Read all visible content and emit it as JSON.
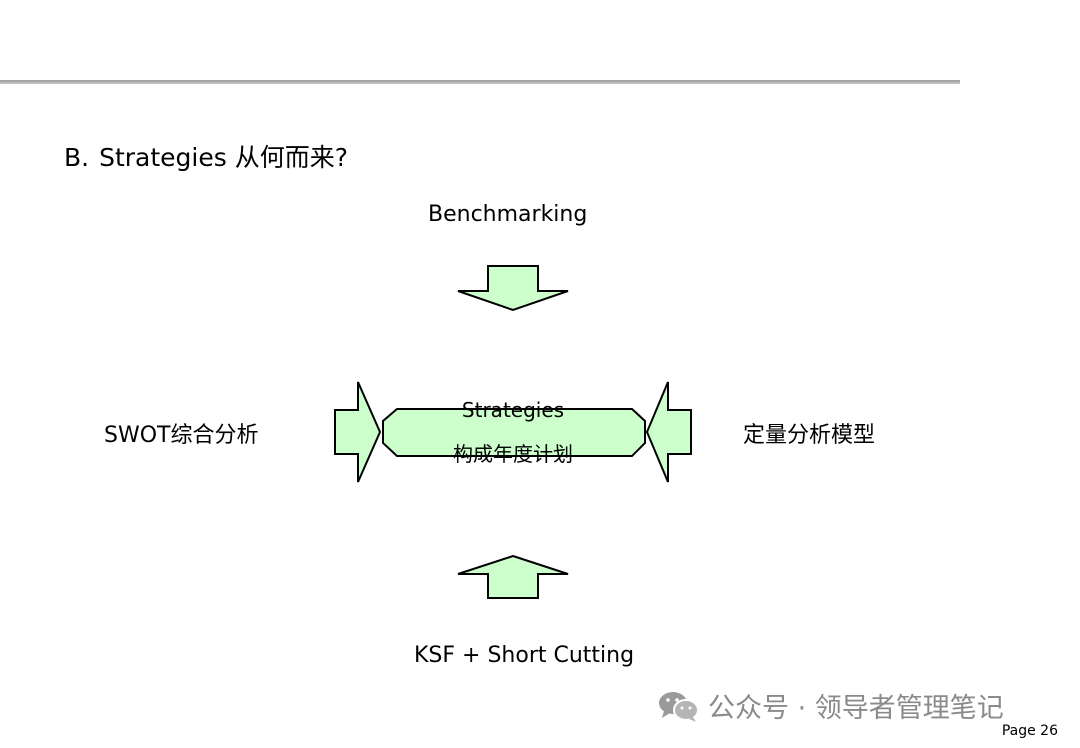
{
  "heading": {
    "letter": "B.",
    "text": "Strategies 从何而来?"
  },
  "diagram": {
    "top_label": "Benchmarking",
    "left_label": "SWOT综合分析",
    "right_label": "定量分析模型",
    "bottom_label": "KSF + Short Cutting",
    "center_line1": "Strategies",
    "center_line2": "构成年度计划"
  },
  "colors": {
    "arrow_fill": "#ccffcc",
    "stroke": "#000000",
    "rule": "#a6a6a6"
  },
  "watermark": {
    "icon": "wechat-icon",
    "text": "公众号 · 领导者管理笔记"
  },
  "footer": {
    "page": "Page 26"
  }
}
